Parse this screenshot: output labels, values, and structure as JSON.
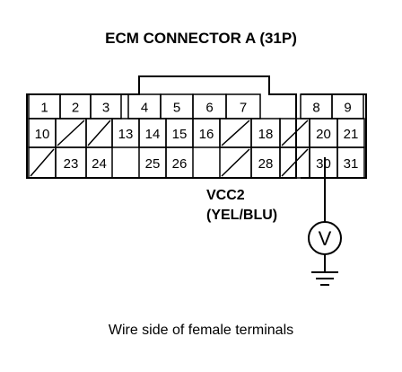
{
  "title": "ECM CONNECTOR A (31P)",
  "caption": "Wire side of female terminals",
  "signal": {
    "name": "VCC2",
    "color": "(YEL/BLU)"
  },
  "meter_symbol": "V",
  "pins": [
    {
      "label": "1",
      "row": 0,
      "col": 0
    },
    {
      "label": "2",
      "row": 0,
      "col": 1
    },
    {
      "label": "3",
      "row": 0,
      "col": 2
    },
    {
      "label": "4",
      "row": 0,
      "col": 3
    },
    {
      "label": "5",
      "row": 0,
      "col": 4
    },
    {
      "label": "6",
      "row": 0,
      "col": 5
    },
    {
      "label": "7",
      "row": 0,
      "col": 6
    },
    {
      "label": "8",
      "row": 0,
      "col": 8
    },
    {
      "label": "9",
      "row": 0,
      "col": 9
    },
    {
      "label": "10",
      "row": 1,
      "col": 0
    },
    {
      "label": "",
      "row": 1,
      "col": 1,
      "empty": true
    },
    {
      "label": "",
      "row": 1,
      "col": 2,
      "empty": true
    },
    {
      "label": "13",
      "row": 1,
      "col": 3
    },
    {
      "label": "14",
      "row": 1,
      "col": 4
    },
    {
      "label": "15",
      "row": 1,
      "col": 5
    },
    {
      "label": "16",
      "row": 1,
      "col": 6
    },
    {
      "label": "",
      "row": 1,
      "col": 7,
      "empty": true
    },
    {
      "label": "18",
      "row": 1,
      "col": 8
    },
    {
      "label": "",
      "row": 1,
      "col": 9,
      "empty": true
    },
    {
      "label": "20",
      "row": 1,
      "col": 10
    },
    {
      "label": "21",
      "row": 1,
      "col": 11
    },
    {
      "label": "",
      "row": 2,
      "col": 0,
      "empty": true
    },
    {
      "label": "23",
      "row": 2,
      "col": 1
    },
    {
      "label": "24",
      "row": 2,
      "col": 2
    },
    {
      "label": "25",
      "row": 2,
      "col": 4
    },
    {
      "label": "26",
      "row": 2,
      "col": 5
    },
    {
      "label": "",
      "row": 2,
      "col": 7,
      "empty": true
    },
    {
      "label": "28",
      "row": 2,
      "col": 8
    },
    {
      "label": "",
      "row": 2,
      "col": 9,
      "empty": true
    },
    {
      "label": "30",
      "row": 2,
      "col": 10
    },
    {
      "label": "31",
      "row": 2,
      "col": 11
    }
  ]
}
